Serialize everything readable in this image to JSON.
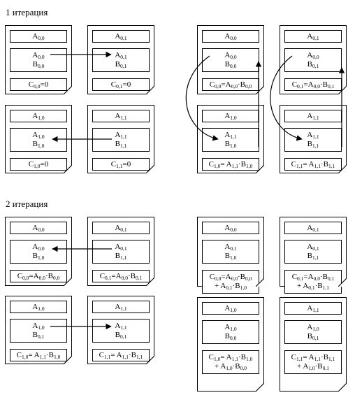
{
  "headings": {
    "iter1": "1 итерация",
    "iter2": "2 итерация"
  },
  "panels": [
    {
      "name": "iteration-1-left",
      "blocks": [
        {
          "name": "block-0-0",
          "rows": [
            [
              [
                "A",
                "0,0"
              ]
            ],
            [
              [
                "A",
                "0,0"
              ]
            ],
            [
              [
                "B",
                "0,0"
              ]
            ],
            [
              [
                "C",
                "0,0"
              ],
              [
                "=0",
                ""
              ]
            ]
          ]
        },
        {
          "name": "block-0-1",
          "rows": [
            [
              [
                "A",
                "0,1"
              ]
            ],
            [
              [
                "A",
                "0,1"
              ]
            ],
            [
              [
                "B",
                "0,1"
              ]
            ],
            [
              [
                "C",
                "0,1"
              ],
              [
                "=0",
                ""
              ]
            ]
          ]
        },
        {
          "name": "block-1-0",
          "rows": [
            [
              [
                "A",
                "1,0"
              ]
            ],
            [
              [
                "A",
                "1,0"
              ]
            ],
            [
              [
                "B",
                "1,0"
              ]
            ],
            [
              [
                "C",
                "1,0"
              ],
              [
                "=0",
                ""
              ]
            ]
          ]
        },
        {
          "name": "block-1-1",
          "rows": [
            [
              [
                "A",
                "1,1"
              ]
            ],
            [
              [
                "A",
                "1,1"
              ]
            ],
            [
              [
                "B",
                "1,1"
              ]
            ],
            [
              [
                "C",
                "1,1"
              ],
              [
                "=0",
                ""
              ]
            ]
          ]
        }
      ]
    },
    {
      "name": "iteration-1-right",
      "blocks": [
        {
          "name": "block-0-0",
          "rows": [
            [
              [
                "A",
                "0,0"
              ]
            ],
            [
              [
                "A",
                "0,0"
              ]
            ],
            [
              [
                "B",
                "0,0"
              ]
            ],
            [
              [
                "C",
                "0,0"
              ],
              [
                "=A",
                "0,0"
              ],
              [
                "·B",
                "0,0"
              ]
            ]
          ]
        },
        {
          "name": "block-0-1",
          "rows": [
            [
              [
                "A",
                "0,1"
              ]
            ],
            [
              [
                "A",
                "0,0"
              ]
            ],
            [
              [
                "B",
                "0,1"
              ]
            ],
            [
              [
                "C",
                "0,1"
              ],
              [
                "=A",
                "0,0"
              ],
              [
                "·B",
                "0,1"
              ]
            ]
          ]
        },
        {
          "name": "block-1-0",
          "rows": [
            [
              [
                "A",
                "1,0"
              ]
            ],
            [
              [
                "A",
                "1,1"
              ]
            ],
            [
              [
                "B",
                "1,0"
              ]
            ],
            [
              [
                "C",
                "1,0"
              ],
              [
                "= A",
                "1,1"
              ],
              [
                "·B",
                "1,0"
              ]
            ]
          ]
        },
        {
          "name": "block-1-1",
          "rows": [
            [
              [
                "A",
                "1,1"
              ]
            ],
            [
              [
                "A",
                "1,1"
              ]
            ],
            [
              [
                "B",
                "1,1"
              ]
            ],
            [
              [
                "C",
                "1,1"
              ],
              [
                "= A",
                "1,1"
              ],
              [
                "·B",
                "1,1"
              ]
            ]
          ]
        }
      ]
    },
    {
      "name": "iteration-2-left",
      "blocks": [
        {
          "name": "block-0-0",
          "rows": [
            [
              [
                "A",
                "0,0"
              ]
            ],
            [
              [
                "A",
                "0,0"
              ]
            ],
            [
              [
                "B",
                "1,0"
              ]
            ],
            [
              [
                "C",
                "0,0"
              ],
              [
                "=A",
                "0,0"
              ],
              [
                "·B",
                "0,0"
              ]
            ]
          ]
        },
        {
          "name": "block-0-1",
          "rows": [
            [
              [
                "A",
                "0,1"
              ]
            ],
            [
              [
                "A",
                "0,1"
              ]
            ],
            [
              [
                "B",
                "1,1"
              ]
            ],
            [
              [
                "C",
                "0,1"
              ],
              [
                "=A",
                "0,0"
              ],
              [
                "·B",
                "0,1"
              ]
            ]
          ]
        },
        {
          "name": "block-1-0",
          "rows": [
            [
              [
                "A",
                "1,0"
              ]
            ],
            [
              [
                "A",
                "1,0"
              ]
            ],
            [
              [
                "B",
                "0,1"
              ]
            ],
            [
              [
                "C",
                "1,0"
              ],
              [
                "= A",
                "1,1"
              ],
              [
                "·B",
                "1,0"
              ]
            ]
          ]
        },
        {
          "name": "block-1-1",
          "rows": [
            [
              [
                "A",
                "1,1"
              ]
            ],
            [
              [
                "A",
                "1,1"
              ]
            ],
            [
              [
                "B",
                "0,1"
              ]
            ],
            [
              [
                "C",
                "1,1"
              ],
              [
                "= A",
                "1,1"
              ],
              [
                "·B",
                "1,1"
              ]
            ]
          ]
        }
      ]
    },
    {
      "name": "iteration-2-right",
      "blocks": [
        {
          "name": "block-0-0",
          "rows": [
            [
              [
                "A",
                "0,0"
              ]
            ],
            [
              [
                "A",
                "0,1"
              ]
            ],
            [
              [
                "B",
                "1,0"
              ]
            ],
            [
              [
                "C",
                "0,0"
              ],
              [
                "=A",
                "0,0"
              ],
              [
                "·B",
                "0,0"
              ]
            ],
            [
              [
                "+ A",
                "0,1"
              ],
              [
                "·B",
                "1,0"
              ]
            ]
          ]
        },
        {
          "name": "block-0-1",
          "rows": [
            [
              [
                "A",
                "0,1"
              ]
            ],
            [
              [
                "A",
                "0,1"
              ]
            ],
            [
              [
                "B",
                "1,1"
              ]
            ],
            [
              [
                "C",
                "0,1"
              ],
              [
                "=A",
                "0,0"
              ],
              [
                "·B",
                "0,1"
              ]
            ],
            [
              [
                "+ A",
                "0,1"
              ],
              [
                "·B",
                "1,1"
              ]
            ]
          ]
        },
        {
          "name": "block-1-0",
          "rows": [
            [
              [
                "A",
                "1,0"
              ]
            ],
            [
              [
                "A",
                "1,0"
              ]
            ],
            [
              [
                "B",
                "0,0"
              ]
            ],
            [
              [
                "C",
                "1,0"
              ],
              [
                "= A",
                "1,1"
              ],
              [
                "·B",
                "1,0"
              ]
            ],
            [
              [
                "+ A",
                "1,0"
              ],
              [
                "·B",
                "0,0"
              ]
            ]
          ]
        },
        {
          "name": "block-1-1",
          "rows": [
            [
              [
                "A",
                "1,1"
              ]
            ],
            [
              [
                "A",
                "1,0"
              ]
            ],
            [
              [
                "B",
                "0,1"
              ]
            ],
            [
              [
                "C",
                "1,1"
              ],
              [
                "= A",
                "1,1"
              ],
              [
                "·B",
                "1,1"
              ]
            ],
            [
              [
                "+ A",
                "1,0"
              ],
              [
                "·B",
                "0,1"
              ]
            ]
          ]
        }
      ]
    }
  ]
}
